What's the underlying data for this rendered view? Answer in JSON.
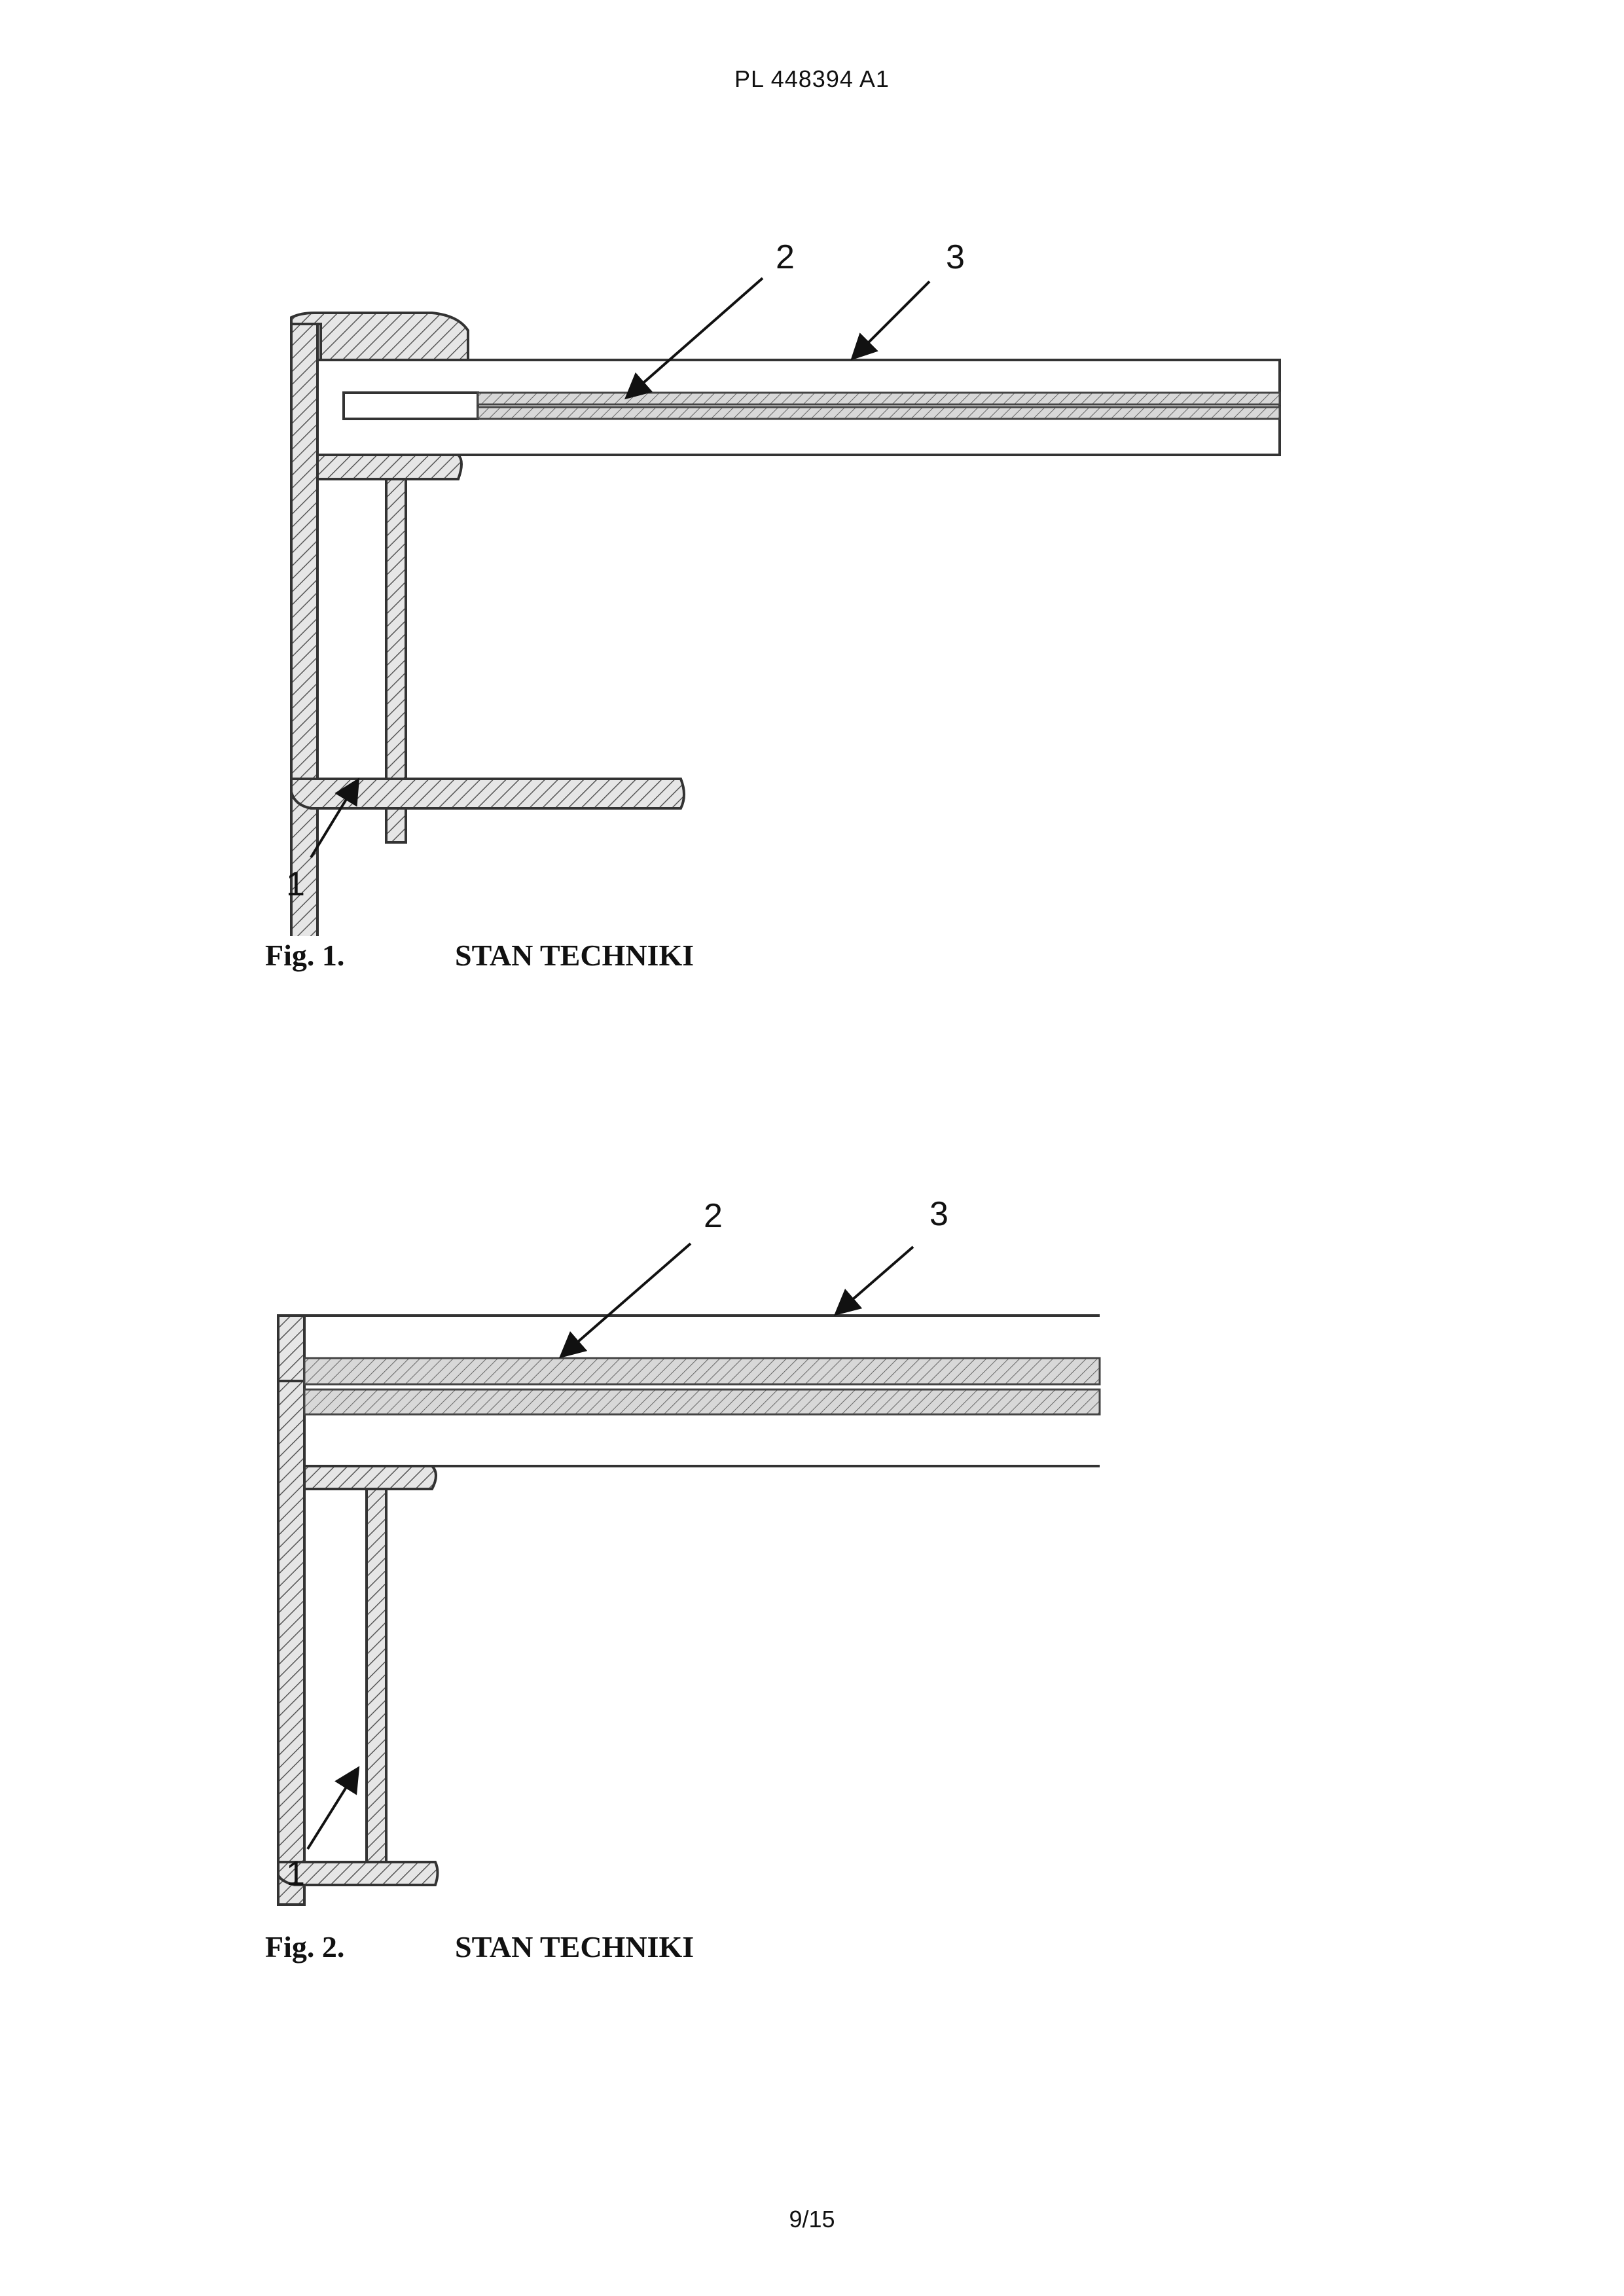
{
  "header": {
    "doc_number": "PL 448394 A1"
  },
  "figures": [
    {
      "caption_label": "Fig. 1.",
      "caption_text": "STAN TECHNIKI",
      "refs": [
        "1",
        "2",
        "3"
      ]
    },
    {
      "caption_label": "Fig. 2.",
      "caption_text": "STAN TECHNIKI",
      "refs": [
        "1",
        "2",
        "3"
      ]
    }
  ],
  "footer": {
    "page": "9/15"
  }
}
